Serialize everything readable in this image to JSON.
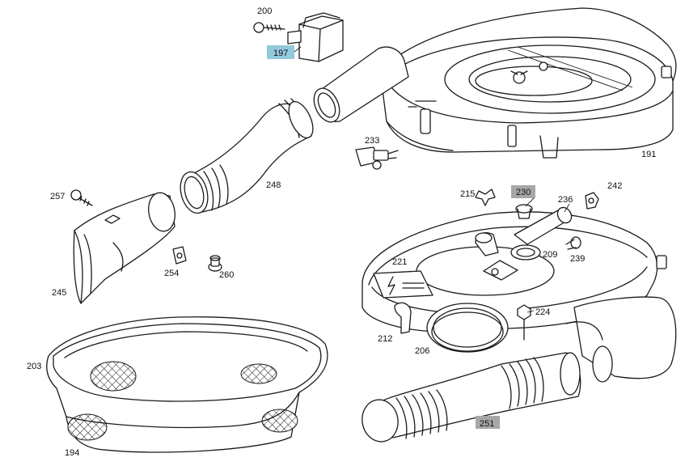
{
  "parts": [
    {
      "id": "p197",
      "number": "197",
      "highlight": "blue"
    },
    {
      "id": "p200",
      "number": "200"
    },
    {
      "id": "p191",
      "number": "191"
    },
    {
      "id": "p233",
      "number": "233"
    },
    {
      "id": "p248",
      "number": "248"
    },
    {
      "id": "p257",
      "number": "257"
    },
    {
      "id": "p245",
      "number": "245"
    },
    {
      "id": "p254",
      "number": "254"
    },
    {
      "id": "p260",
      "number": "260"
    },
    {
      "id": "p215",
      "number": "215"
    },
    {
      "id": "p230",
      "number": "230",
      "highlight": "gray"
    },
    {
      "id": "p236",
      "number": "236"
    },
    {
      "id": "p242",
      "number": "242"
    },
    {
      "id": "p221",
      "number": "221"
    },
    {
      "id": "p209",
      "number": "209"
    },
    {
      "id": "p239",
      "number": "239"
    },
    {
      "id": "p224",
      "number": "224"
    },
    {
      "id": "p212",
      "number": "212"
    },
    {
      "id": "p206",
      "number": "206"
    },
    {
      "id": "p203",
      "number": "203"
    },
    {
      "id": "p194",
      "number": "194"
    },
    {
      "id": "p251",
      "number": "251",
      "highlight": "gray"
    }
  ],
  "colors": {
    "highlight_blue": "#93c9dc",
    "highlight_gray": "#a7a7a7",
    "line": "#1a1a1a",
    "background": "#ffffff"
  }
}
